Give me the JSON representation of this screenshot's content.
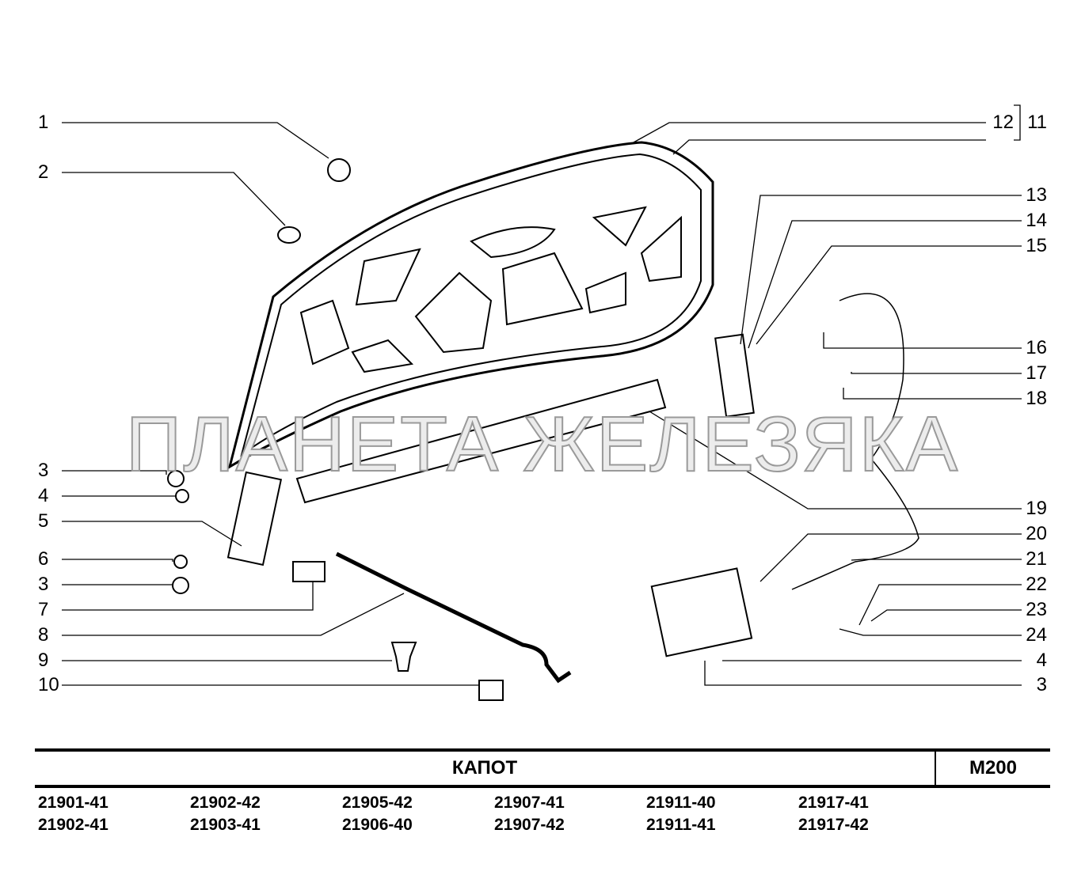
{
  "diagram": {
    "callouts_left": [
      "1",
      "2",
      "3",
      "4",
      "5",
      "6",
      "3",
      "7",
      "8",
      "9",
      "10"
    ],
    "callouts_right": [
      "12",
      "11",
      "13",
      "14",
      "15",
      "16",
      "17",
      "18",
      "19",
      "20",
      "21",
      "22",
      "23",
      "24",
      "4",
      "3"
    ],
    "watermark": "ПЛАНЕТА ЖЕЛЕЗЯКА"
  },
  "footer": {
    "title": "КАПОТ",
    "code": "M200",
    "models": [
      "21901-41",
      "21902-42",
      "21905-42",
      "21907-41",
      "21911-40",
      "21917-41",
      "21902-41",
      "21903-41",
      "21906-40",
      "21907-42",
      "21911-41",
      "21917-42"
    ]
  }
}
